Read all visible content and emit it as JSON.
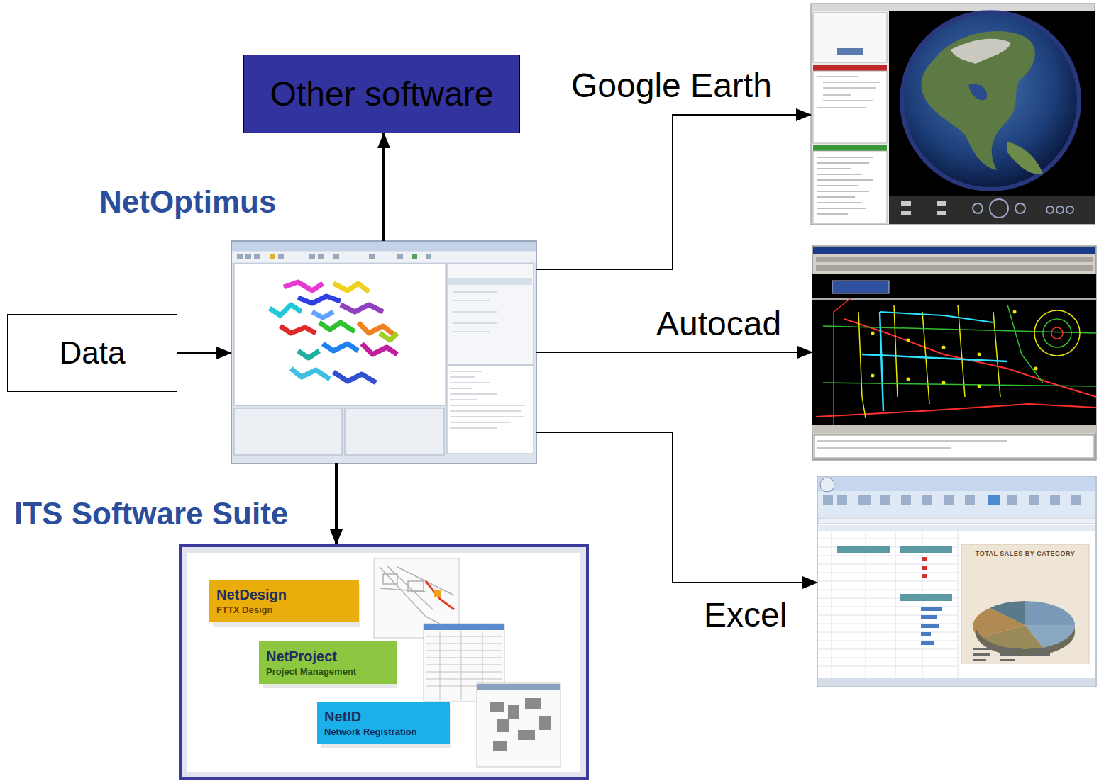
{
  "diagram": {
    "nodes": [
      {
        "text": [
          "Data"
        ]
      },
      {
        "text": [
          "NetOptimus"
        ]
      },
      {
        "text": [
          "Other software"
        ]
      },
      {
        "text": [
          "Google Earth"
        ]
      },
      {
        "text": [
          "Autocad"
        ]
      },
      {
        "text": [
          "Excel"
        ]
      },
      {
        "text": [
          "ITS Software Suite"
        ]
      },
      {
        "text": [
          "NetDesign",
          "FTTX Design"
        ],
        "in": 6
      },
      {
        "text": [
          "NetProject",
          "Project Management"
        ],
        "in": 6
      },
      {
        "text": [
          "NetID",
          "Network Registration"
        ],
        "in": 6
      }
    ],
    "edges": [
      {
        "from": 0,
        "to": 1,
        "arrow": "to"
      },
      {
        "from": 1,
        "to": 2,
        "arrow": "to"
      },
      {
        "from": 1,
        "to": 3,
        "arrow": "to"
      },
      {
        "from": 1,
        "to": 4,
        "arrow": "to"
      },
      {
        "from": 1,
        "to": 5,
        "arrow": "to"
      },
      {
        "from": 1,
        "to": 6,
        "arrow": "to"
      }
    ],
    "labels": [
      "TOTAL SALES BY CATEGORY"
    ]
  }
}
